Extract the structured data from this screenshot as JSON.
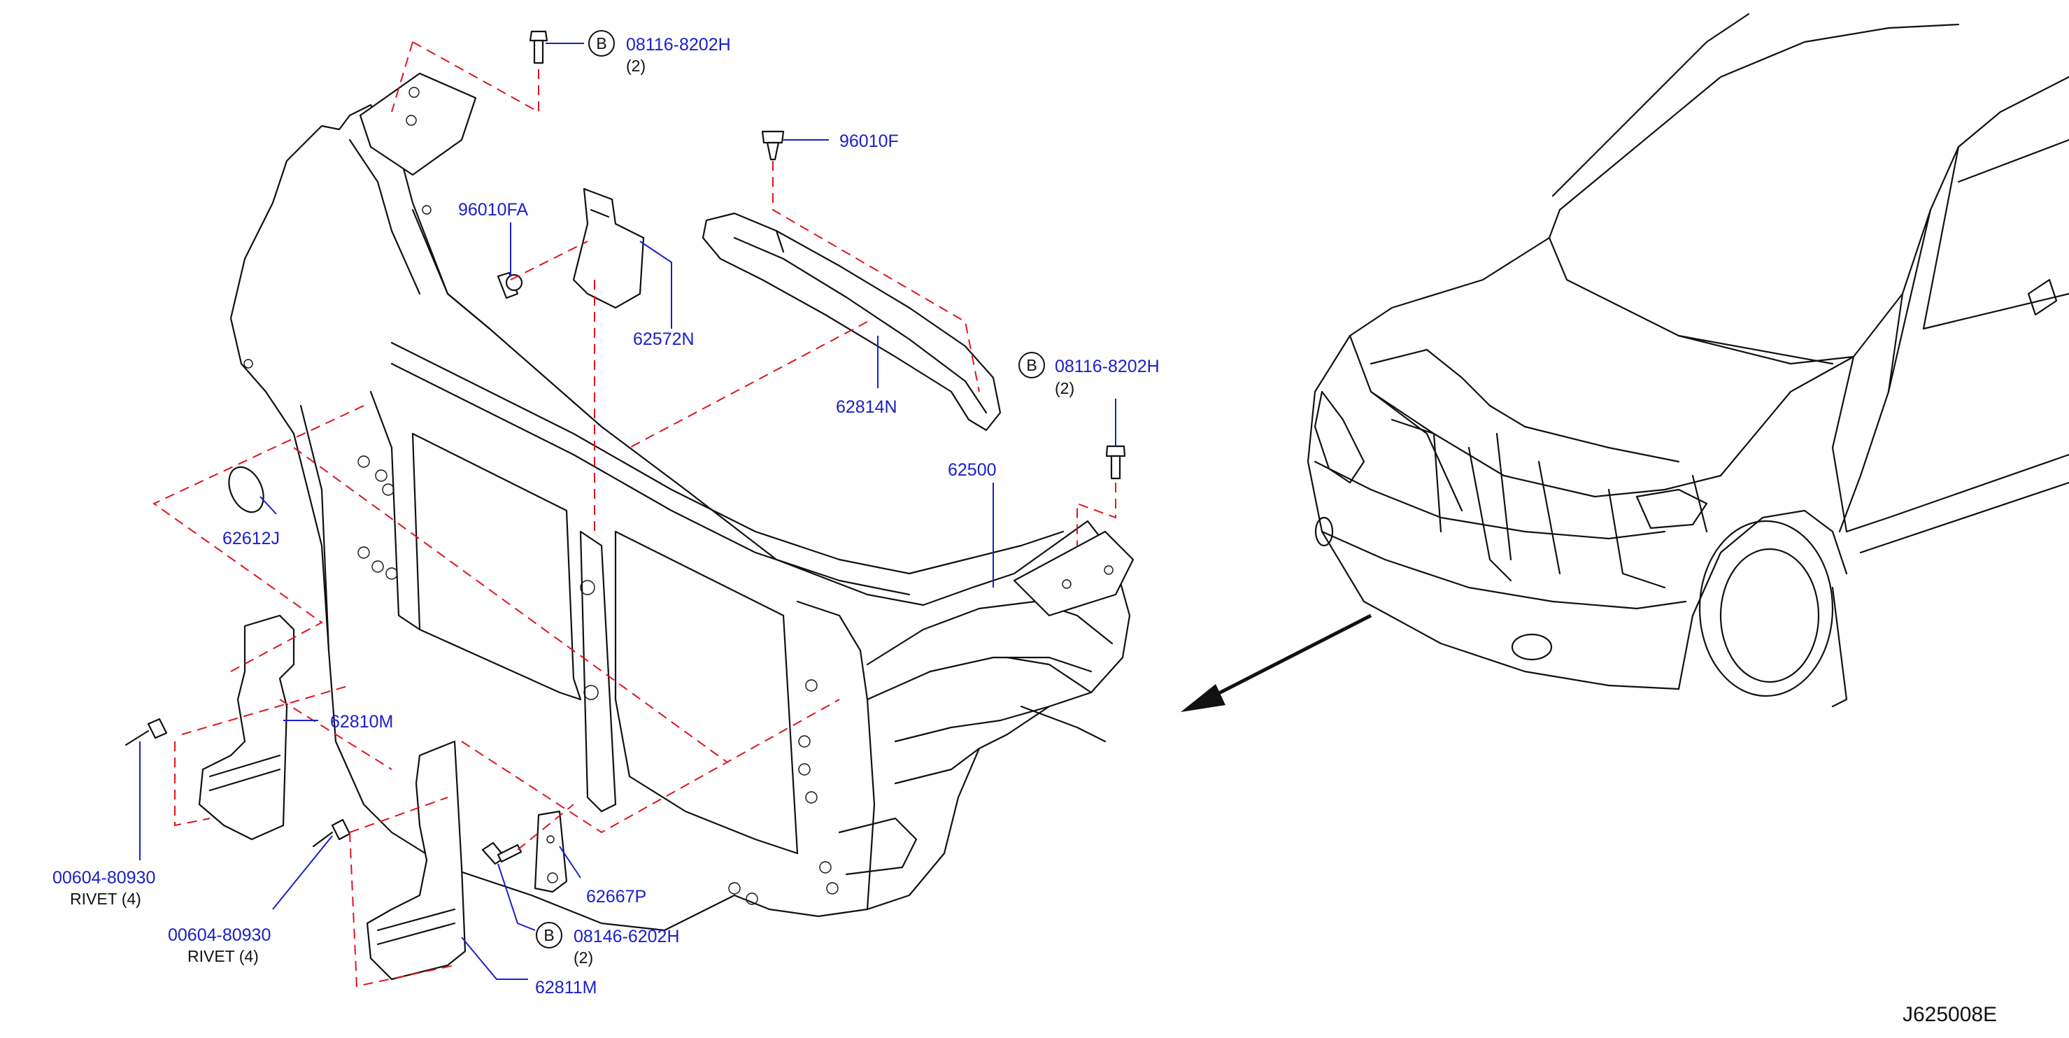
{
  "diagram": {
    "drawing_code": "J625008E",
    "callout_symbol": "B",
    "parts": {
      "bolt_top": {
        "number": "08116-8202H",
        "qty": "(2)"
      },
      "clip_96010f": {
        "number": "96010F"
      },
      "clip_96010fa": {
        "number": "96010FA"
      },
      "bracket_62572n": {
        "number": "62572N"
      },
      "bolt_right": {
        "number": "08116-8202H",
        "qty": "(2)"
      },
      "member_62814n": {
        "number": "62814N"
      },
      "support_62500": {
        "number": "62500"
      },
      "seal_62612j": {
        "number": "62612J"
      },
      "cover_62810m": {
        "number": "62810M"
      },
      "rivet_left": {
        "number": "00604-80930",
        "desc": "RIVET (4)"
      },
      "rivet_mid": {
        "number": "00604-80930",
        "desc": "RIVET (4)"
      },
      "bracket_62667p": {
        "number": "62667P"
      },
      "bolt_bottom": {
        "number": "08146-6202H",
        "qty": "(2)"
      },
      "cover_62811m": {
        "number": "62811M"
      }
    },
    "colors": {
      "part_number": "#1a20c8",
      "guide_line": "#e0141e",
      "outline": "#111111"
    }
  }
}
